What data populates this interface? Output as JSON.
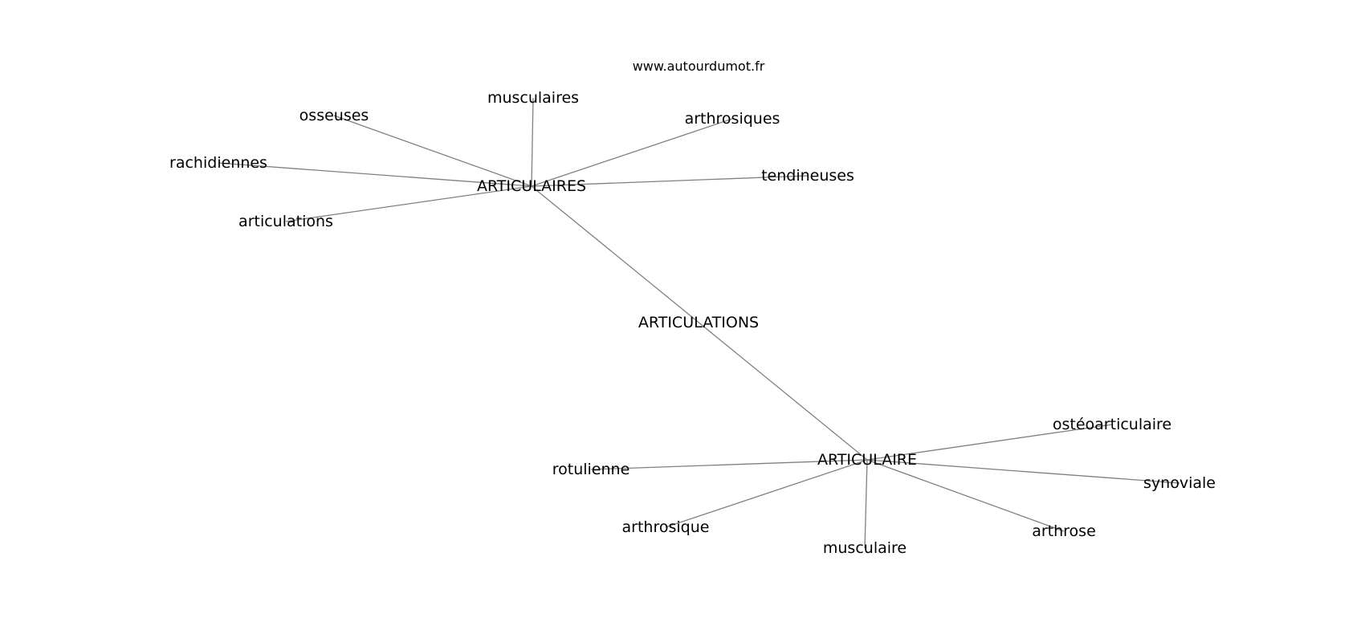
{
  "watermark": "www.autourdumot.fr",
  "colors": {
    "edge": "#808080",
    "text": "#000000",
    "background": "#ffffff"
  },
  "nodes": [
    {
      "id": "center",
      "label": "ARTICULATIONS"
    },
    {
      "id": "hub1",
      "label": "ARTICULAIRES"
    },
    {
      "id": "hub2",
      "label": "ARTICULAIRE"
    },
    {
      "id": "osseuses",
      "label": "osseuses"
    },
    {
      "id": "musculaires",
      "label": "musculaires"
    },
    {
      "id": "arthrosiques",
      "label": "arthrosiques"
    },
    {
      "id": "rachidiennes",
      "label": "rachidiennes"
    },
    {
      "id": "tendineuses",
      "label": "tendineuses"
    },
    {
      "id": "articulations",
      "label": "articulations"
    },
    {
      "id": "osteoarticulaire",
      "label": "ostéoarticulaire"
    },
    {
      "id": "rotulienne",
      "label": "rotulienne"
    },
    {
      "id": "synoviale",
      "label": "synoviale"
    },
    {
      "id": "arthrosique",
      "label": "arthrosique"
    },
    {
      "id": "arthrose",
      "label": "arthrose"
    },
    {
      "id": "musculaire",
      "label": "musculaire"
    }
  ],
  "edges": [
    [
      "hub1",
      "hub2"
    ],
    [
      "hub1",
      "osseuses"
    ],
    [
      "hub1",
      "musculaires"
    ],
    [
      "hub1",
      "arthrosiques"
    ],
    [
      "hub1",
      "rachidiennes"
    ],
    [
      "hub1",
      "tendineuses"
    ],
    [
      "hub1",
      "articulations"
    ],
    [
      "hub2",
      "osteoarticulaire"
    ],
    [
      "hub2",
      "rotulienne"
    ],
    [
      "hub2",
      "synoviale"
    ],
    [
      "hub2",
      "arthrosique"
    ],
    [
      "hub2",
      "arthrose"
    ],
    [
      "hub2",
      "musculaire"
    ]
  ]
}
